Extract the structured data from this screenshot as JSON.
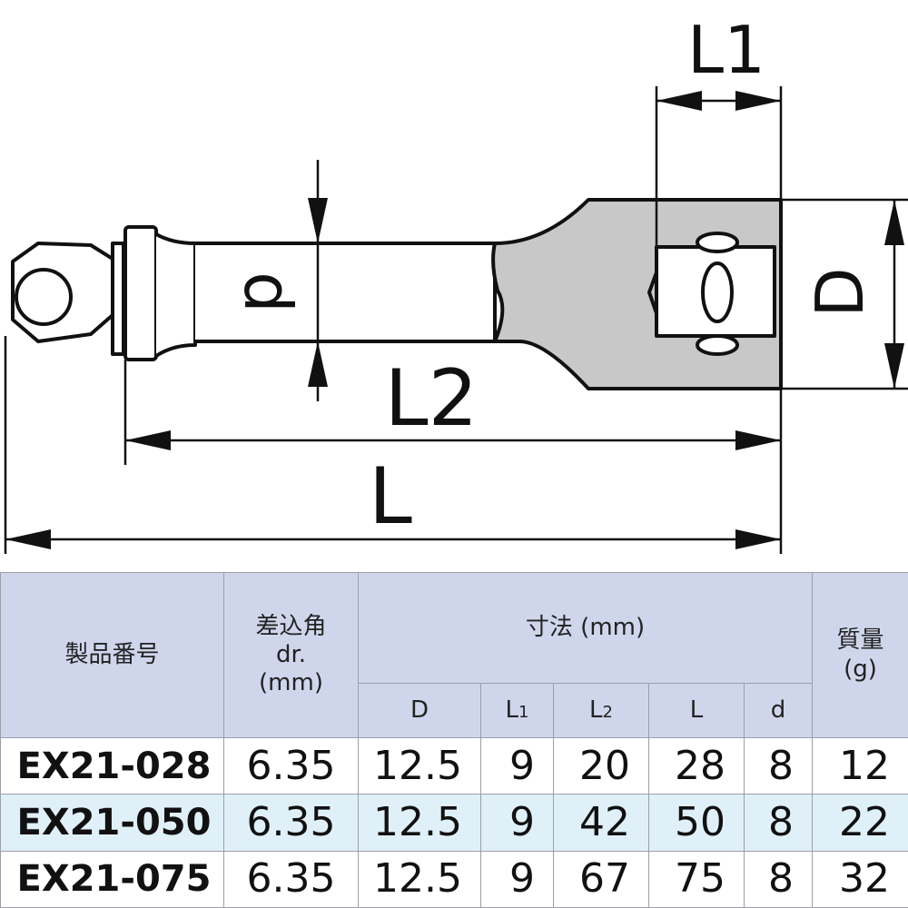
{
  "diagram": {
    "labels": {
      "L1": "L1",
      "D": "D",
      "d": "d",
      "L2": "L2",
      "L": "L"
    }
  },
  "table": {
    "headers": {
      "model": "製品番号",
      "drive_line1": "差込角",
      "drive_line2": "dr.",
      "drive_line3": "(mm)",
      "dims": "寸法 (mm)",
      "weight_line1": "質量",
      "weight_line2": "(g)",
      "D": "D",
      "L1_main": "L",
      "L1_sub": "1",
      "L2_main": "L",
      "L2_sub": "2",
      "L": "L",
      "d": "d"
    },
    "rows": [
      {
        "model": "EX21-028",
        "drive": "6.35",
        "D": "12.5",
        "L1": "9",
        "L2": "20",
        "L": "28",
        "d": "8",
        "weight": "12"
      },
      {
        "model": "EX21-050",
        "drive": "6.35",
        "D": "12.5",
        "L1": "9",
        "L2": "42",
        "L": "50",
        "d": "8",
        "weight": "22"
      },
      {
        "model": "EX21-075",
        "drive": "6.35",
        "D": "12.5",
        "L1": "9",
        "L2": "67",
        "L": "75",
        "d": "8",
        "weight": "32"
      }
    ]
  },
  "colors": {
    "header_bg": "#cfd6ec",
    "socket_fill": "#c8c8c8",
    "row_highlight": "#dff0f8"
  }
}
